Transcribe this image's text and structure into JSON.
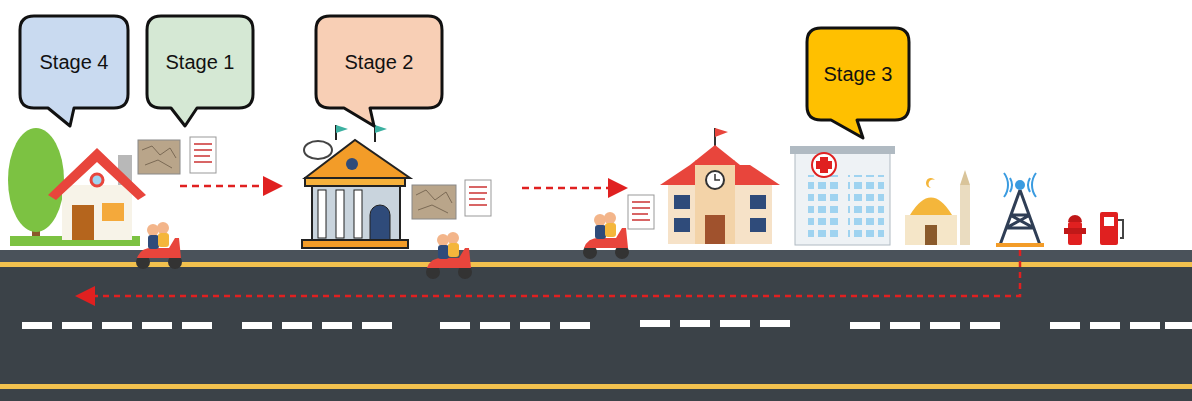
{
  "diagram": {
    "nodes": [
      {
        "text": [
          "Stage 4"
        ]
      },
      {
        "text": [
          "Stage 1"
        ]
      },
      {
        "text": [
          "Stage 2"
        ]
      },
      {
        "text": [
          "Stage 3"
        ]
      }
    ]
  }
}
